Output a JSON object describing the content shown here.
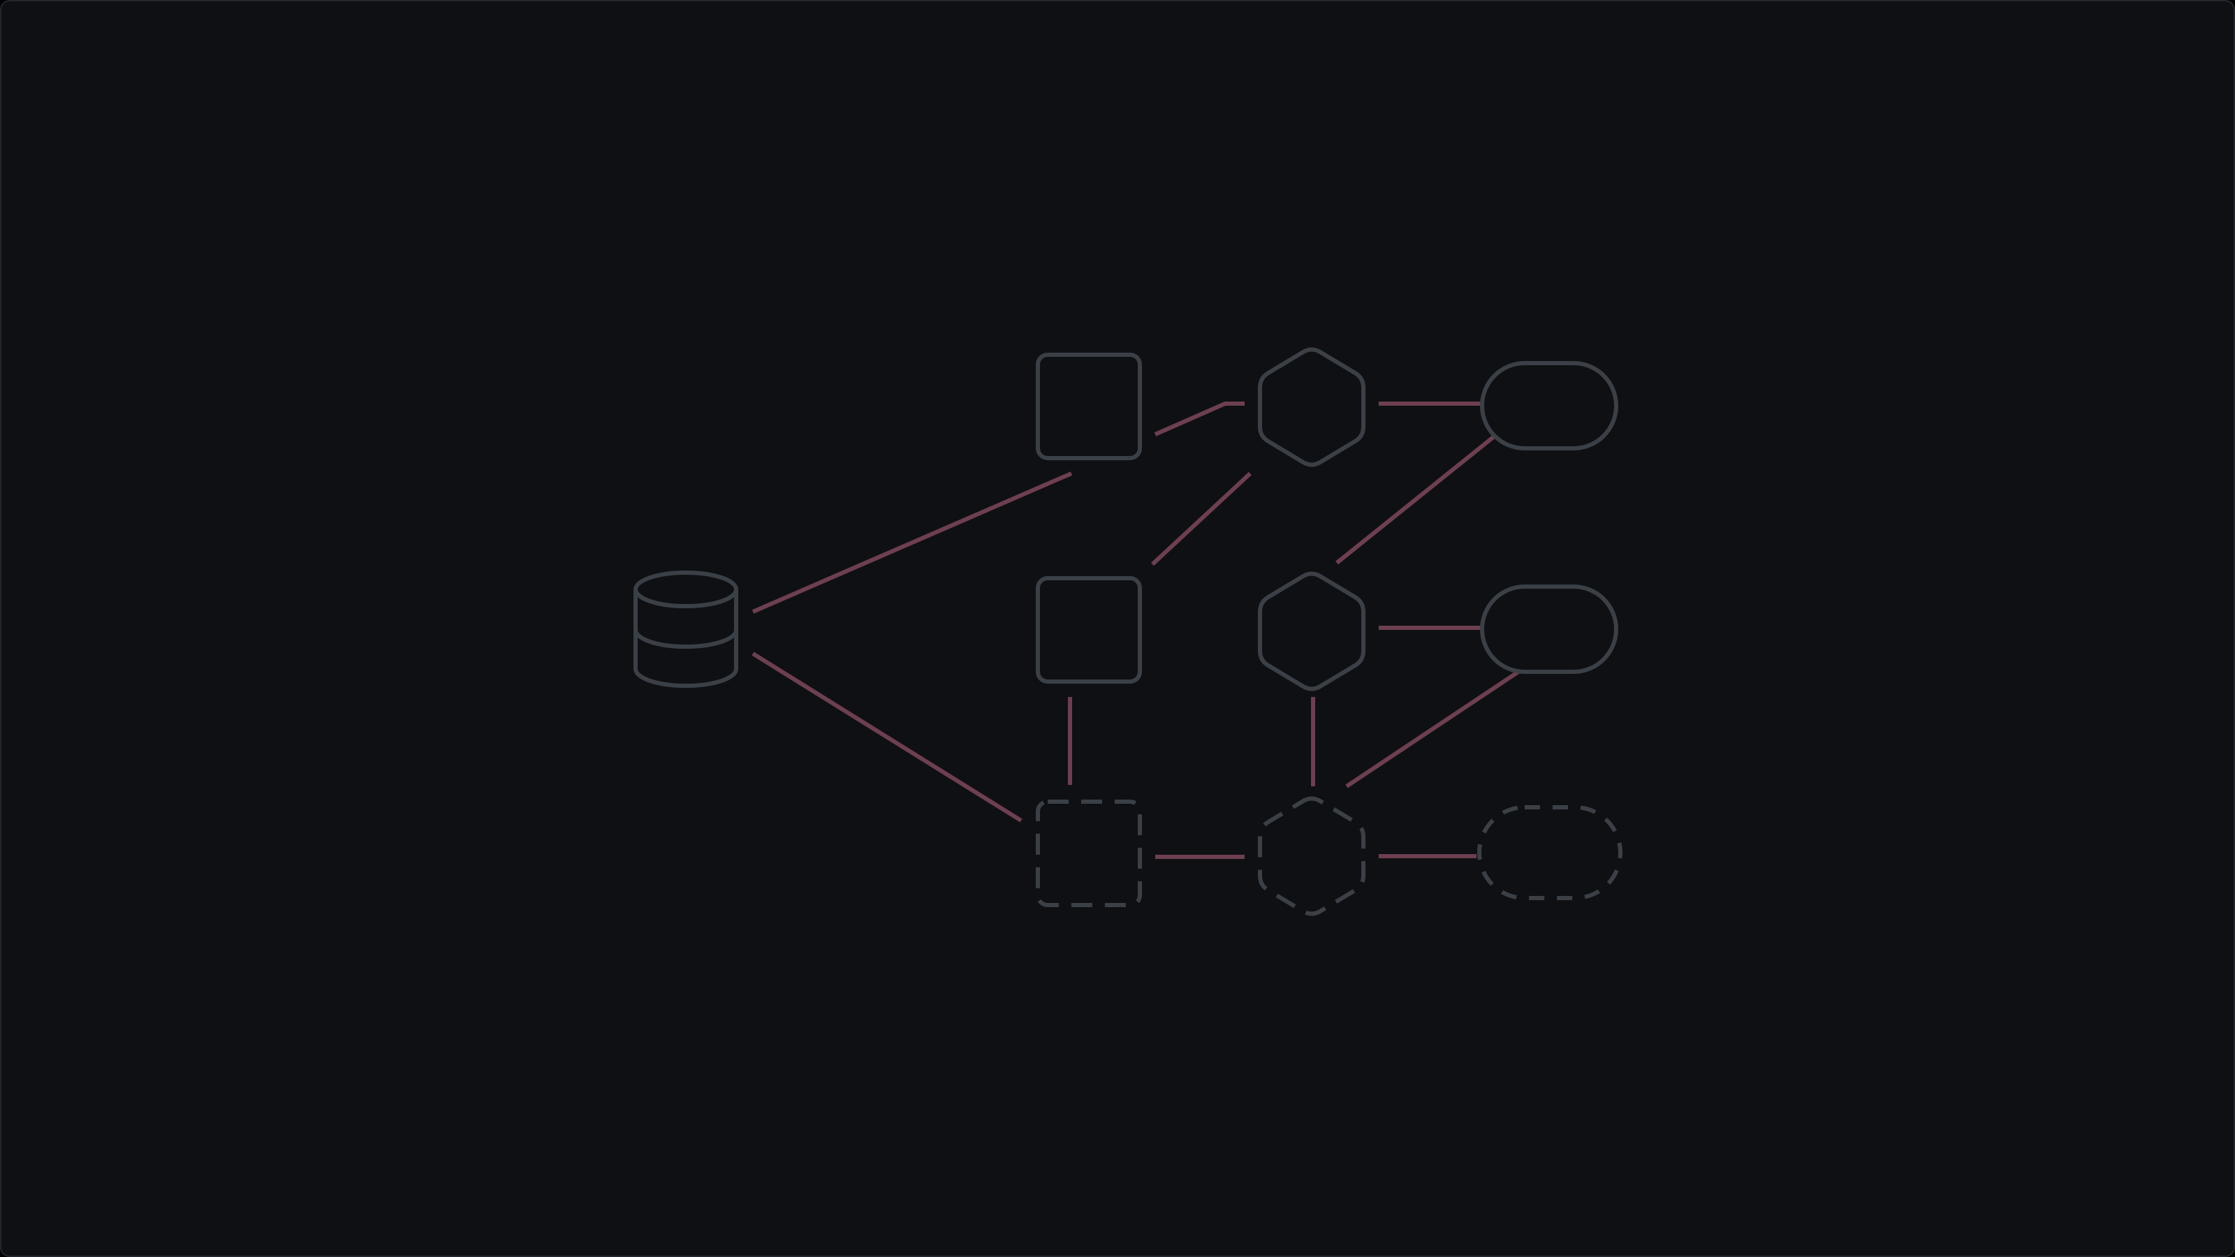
{
  "theme": {
    "background": "#0f1013",
    "node_stroke": "#3b4047",
    "edge_color": "#6d3f50"
  },
  "nodes": [
    {
      "id": "database",
      "shape": "cylinder",
      "style": "solid"
    },
    {
      "id": "square-top",
      "shape": "rounded-square",
      "style": "solid"
    },
    {
      "id": "square-middle",
      "shape": "rounded-square",
      "style": "solid"
    },
    {
      "id": "square-bottom",
      "shape": "rounded-square",
      "style": "dashed"
    },
    {
      "id": "hexagon-top",
      "shape": "hexagon",
      "style": "solid"
    },
    {
      "id": "hexagon-middle",
      "shape": "hexagon",
      "style": "solid"
    },
    {
      "id": "hexagon-bottom",
      "shape": "hexagon",
      "style": "dashed"
    },
    {
      "id": "pill-top",
      "shape": "pill",
      "style": "solid"
    },
    {
      "id": "pill-middle",
      "shape": "pill",
      "style": "solid"
    },
    {
      "id": "pill-bottom",
      "shape": "pill",
      "style": "dashed"
    }
  ],
  "edges": [
    {
      "from": "database",
      "to": "square-top"
    },
    {
      "from": "database",
      "to": "square-bottom"
    },
    {
      "from": "square-top",
      "to": "hexagon-top"
    },
    {
      "from": "hexagon-top",
      "to": "square-middle"
    },
    {
      "from": "hexagon-top",
      "to": "pill-top"
    },
    {
      "from": "pill-top",
      "to": "hexagon-middle"
    },
    {
      "from": "hexagon-middle",
      "to": "pill-middle"
    },
    {
      "from": "pill-middle",
      "to": "hexagon-bottom"
    },
    {
      "from": "square-middle",
      "to": "square-bottom"
    },
    {
      "from": "hexagon-middle",
      "to": "hexagon-bottom"
    },
    {
      "from": "square-bottom",
      "to": "hexagon-bottom"
    },
    {
      "from": "hexagon-bottom",
      "to": "pill-bottom"
    }
  ]
}
